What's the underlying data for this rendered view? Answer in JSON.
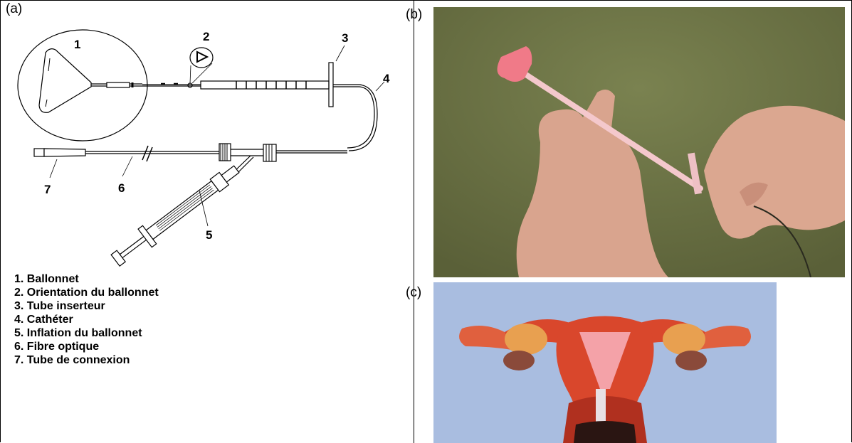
{
  "panels": {
    "a": {
      "label": "(a)"
    },
    "b": {
      "label": "(b)"
    },
    "c": {
      "label": "(c)"
    }
  },
  "diagram": {
    "callouts": [
      "1",
      "2",
      "3",
      "4",
      "5",
      "6",
      "7"
    ]
  },
  "legend": [
    "1. Ballonnet",
    "2. Orientation du ballonnet",
    "3. Tube inserteur",
    "4. Cathéter",
    "5. Inflation du ballonnet",
    "6. Fibre optique",
    "7. Tube de connexion"
  ],
  "colors": {
    "photo_background": "#6e7548",
    "device": "#f4b7bd",
    "uterus": "#d9472c",
    "illustration_background": "#a9bde0"
  }
}
